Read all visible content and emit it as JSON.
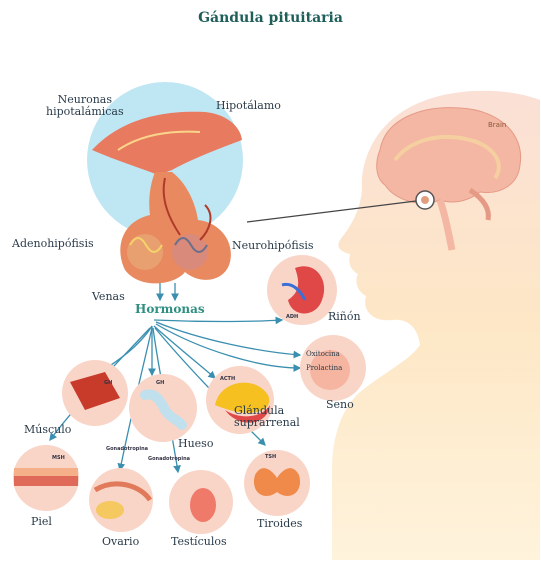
{
  "title": "Gándula pituitaria",
  "labels": {
    "neuronas": "Neuronas\nhipotalámicas",
    "hipotalamo": "Hipotálamo",
    "adenohipofisis": "Adenohipófisis",
    "neurohipofisis": "Neurohipófisis",
    "venas": "Venas",
    "hormonas": "Hormonas",
    "rinon": "Riñón",
    "seno": "Seno",
    "musculo": "Músculo",
    "hueso": "Hueso",
    "glandula": "Glándula\nsuprarrenal",
    "piel": "Piel",
    "ovario": "Ovario",
    "testiculos": "Testículos",
    "tiroides": "Tiroides",
    "brain": "Brain"
  },
  "hormone_tags": {
    "adh": "ADH",
    "oxitocina": "Oxitocina",
    "prolactina": "Prolactina",
    "gh_muscle": "GH",
    "gh_bone": "GH",
    "acth": "ACTH",
    "msh": "MSH",
    "gonadotropina_1": "Gonadotropina",
    "gonadotropina_2": "Gonadotropina",
    "tsh": "TSH"
  },
  "colors": {
    "title": "#1f5f5a",
    "hormonas": "#2f8f80",
    "arrows": "#3a8fb0",
    "silhouette": "#fde9c4",
    "circle_bg": "#f9d5c8",
    "blue_circle": "#bfe6f3"
  }
}
